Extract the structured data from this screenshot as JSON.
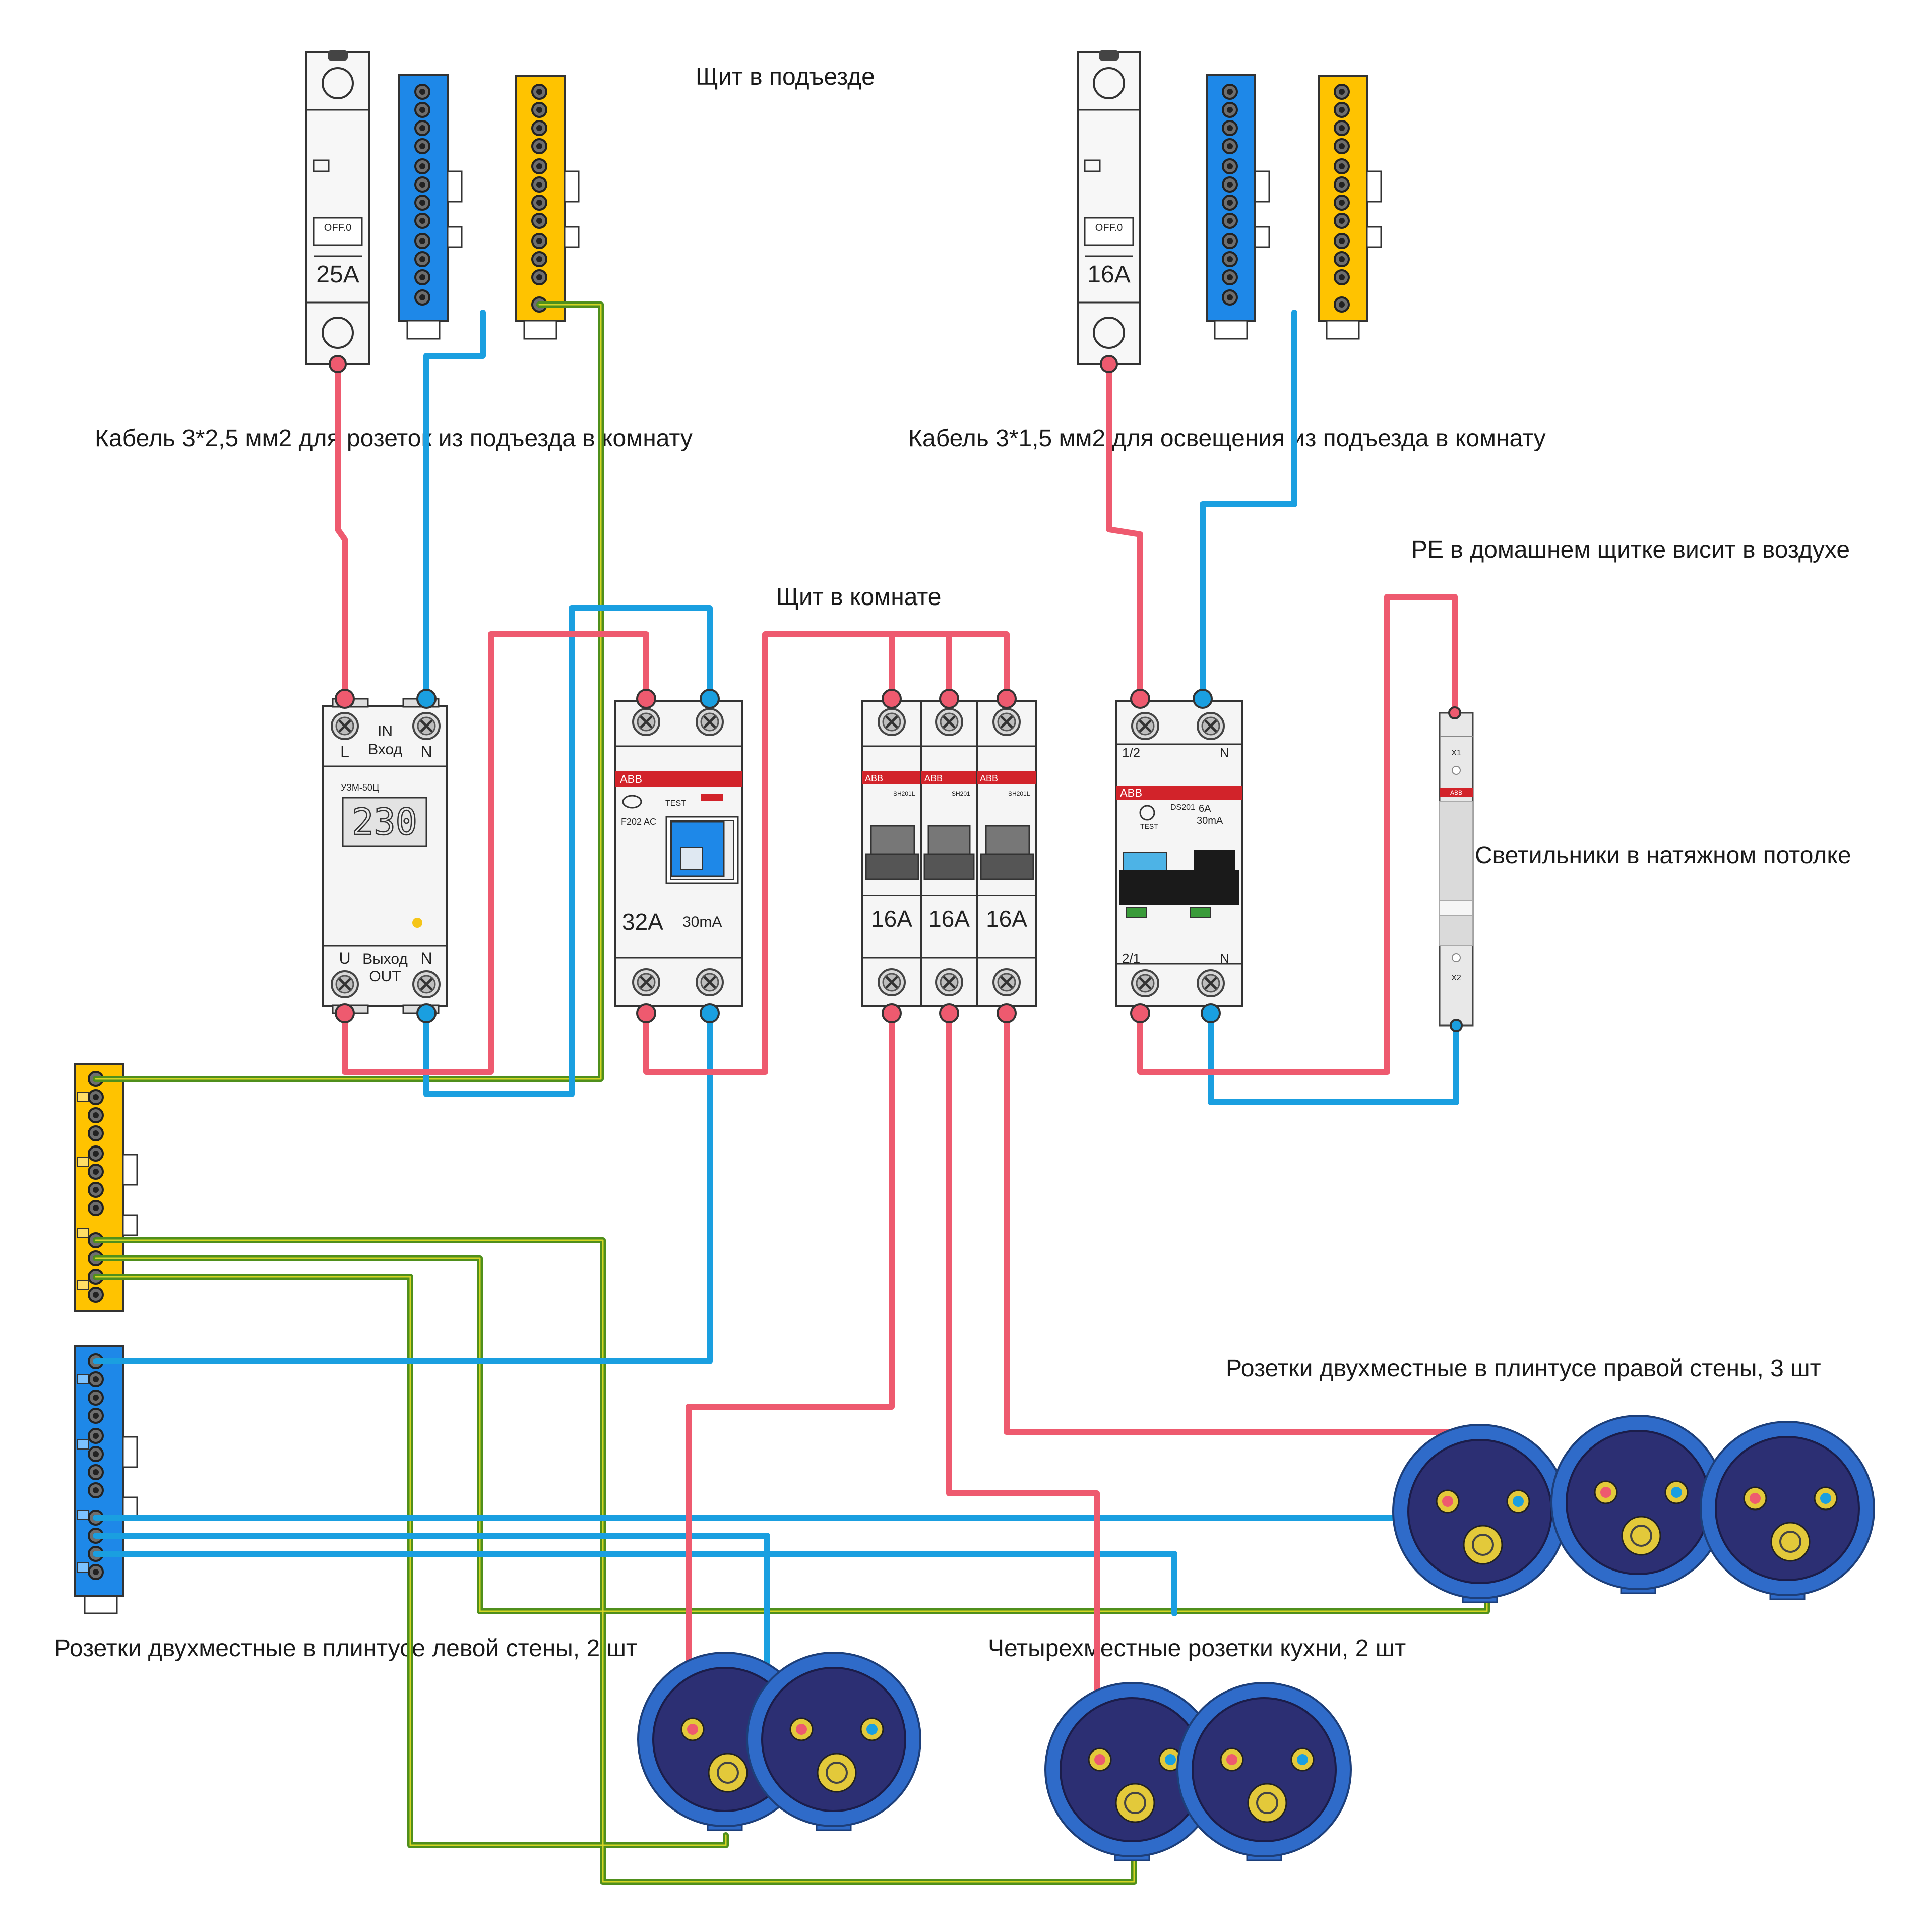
{
  "labels": {
    "stairwell_panel": "Щит в подъезде",
    "cable_sockets": "Кабель 3*2,5 мм2 для розеток из подъезда в комнату",
    "cable_lighting": "Кабель 3*1,5 мм2 для освещения из подъезда в комнату",
    "pe_note": "PE в домашнем щитке висит в воздухе",
    "room_panel": "Щит в комнате",
    "ceiling_lights": "Светильники в натяжном потолке",
    "right_wall_sockets": "Розетки двухместные в плинтусе правой стены, 3 шт",
    "left_wall_sockets": "Розетки двухместные в плинтусе левой стены, 2 шт",
    "kitchen_sockets": "Четырехместные розетки кухни, 2 шт"
  },
  "devices": {
    "breaker_25": {
      "off_label": "OFF.0",
      "rating": "25A"
    },
    "breaker_16_top": {
      "off_label": "OFF.0",
      "rating": "16A"
    },
    "uzm": {
      "model": "УЗМ-50Ц",
      "display": "230",
      "in_label": "IN",
      "in_label_ru": "Вход",
      "out_label": "OUT",
      "out_label_ru": "Выход",
      "term_l": "L",
      "term_n_top": "N",
      "term_u": "U",
      "term_n_bottom": "N"
    },
    "rcd": {
      "brand": "ABB",
      "model": "F202 AC",
      "test": "TEST",
      "rating": "32A",
      "sensitivity": "30mA"
    },
    "mcbs": [
      {
        "brand": "ABB",
        "model": "SH201L",
        "rating": "16A"
      },
      {
        "brand": "ABB",
        "model": "SH201",
        "rating": "16A"
      },
      {
        "brand": "ABB",
        "model": "SH201L",
        "rating": "16A"
      }
    ],
    "rcbo": {
      "brand": "ABB",
      "model": "DS201",
      "test": "TEST",
      "current": "6A",
      "sensitivity": "30mA",
      "term_top_left": "1/2",
      "term_top_right": "N",
      "term_bottom_left": "2/1",
      "term_bottom_right": "N"
    },
    "terminal_block": {
      "brand": "ABB",
      "x1": "X1",
      "x2": "X2"
    }
  },
  "colors": {
    "phase": "#ee5a6f",
    "neutral": "#1a9fe0",
    "pe": "#5fa021",
    "pe_stripe": "#d6d624",
    "bus_blue": "#1e88e8",
    "bus_yellow": "#ffc300",
    "socket_ring": "#2f6bc9",
    "socket_face": "#2c2f73",
    "abb_red": "#d2232a"
  }
}
